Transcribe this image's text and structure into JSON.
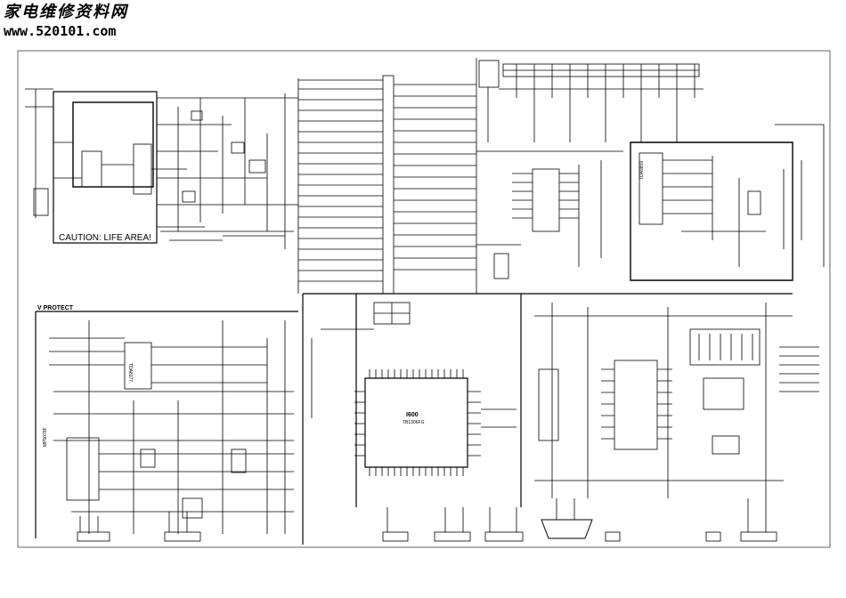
{
  "header": {
    "title": "家电维修资料网",
    "url": "www.520101.com"
  },
  "labels": {
    "caution": "CAUTION: LIFE AREA!",
    "v_protect": "V PROTECT",
    "ic_main": "TB1306FG",
    "ic_main_ref": "I600",
    "ic_power": "TDA8177",
    "ic_tuner": "TDA9859",
    "ic_bottom_left": "MP5078F"
  },
  "colors": {
    "line": "#000000",
    "background": "#ffffff"
  }
}
